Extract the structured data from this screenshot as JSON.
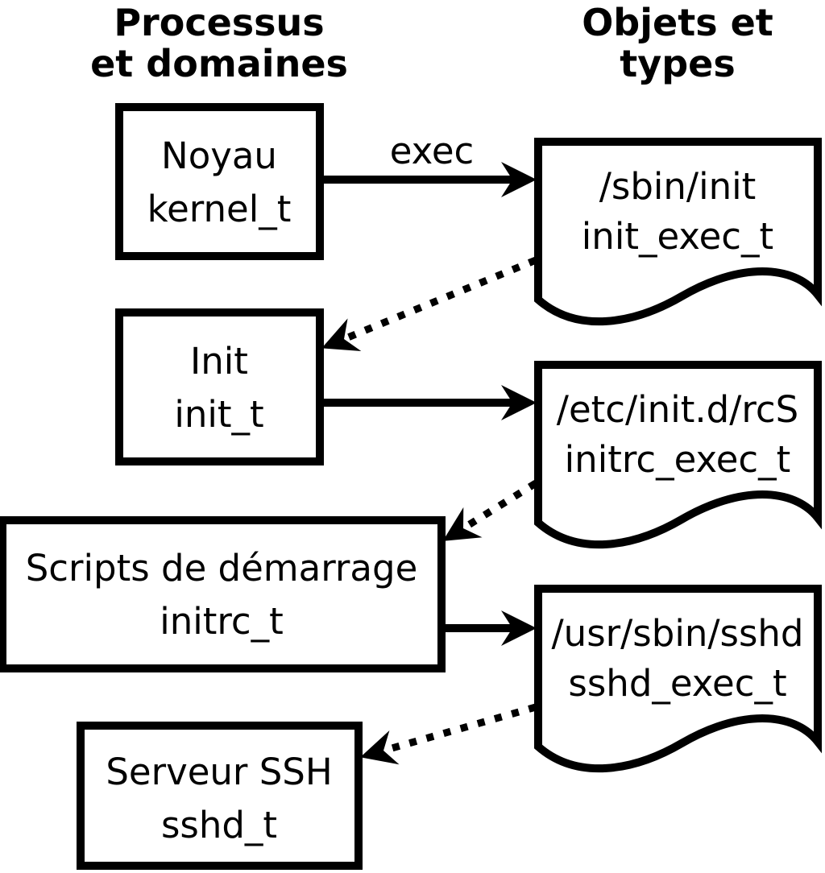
{
  "diagram": {
    "title_columns": {
      "left_header_line1": "Processus",
      "left_header_line2": "et domaines",
      "right_header_line1": "Objets et",
      "right_header_line2": "types"
    },
    "processes": [
      {
        "name": "Noyau",
        "type": "kernel_t"
      },
      {
        "name": "Init",
        "type": "init_t"
      },
      {
        "name": "Scripts de démarrage",
        "type": "initrc_t"
      },
      {
        "name": "Serveur SSH",
        "type": "sshd_t"
      }
    ],
    "objects": [
      {
        "path": "/sbin/init",
        "type": "init_exec_t"
      },
      {
        "path": "/etc/init.d/rcS",
        "type": "initrc_exec_t"
      },
      {
        "path": "/usr/sbin/sshd",
        "type": "sshd_exec_t"
      }
    ],
    "transitions": [
      {
        "from": "kernel_t",
        "to": "init_exec_t",
        "label": "exec",
        "style": "solid"
      },
      {
        "from": "init_exec_t",
        "to": "init_t",
        "label": "",
        "style": "dotted"
      },
      {
        "from": "init_t",
        "to": "initrc_exec_t",
        "label": "",
        "style": "solid"
      },
      {
        "from": "initrc_exec_t",
        "to": "initrc_t",
        "label": "",
        "style": "dotted"
      },
      {
        "from": "initrc_t",
        "to": "sshd_exec_t",
        "label": "",
        "style": "solid"
      },
      {
        "from": "sshd_exec_t",
        "to": "sshd_t",
        "label": "",
        "style": "dotted"
      }
    ],
    "colors": {
      "foreground": "#000000",
      "background": "#ffffff"
    }
  }
}
